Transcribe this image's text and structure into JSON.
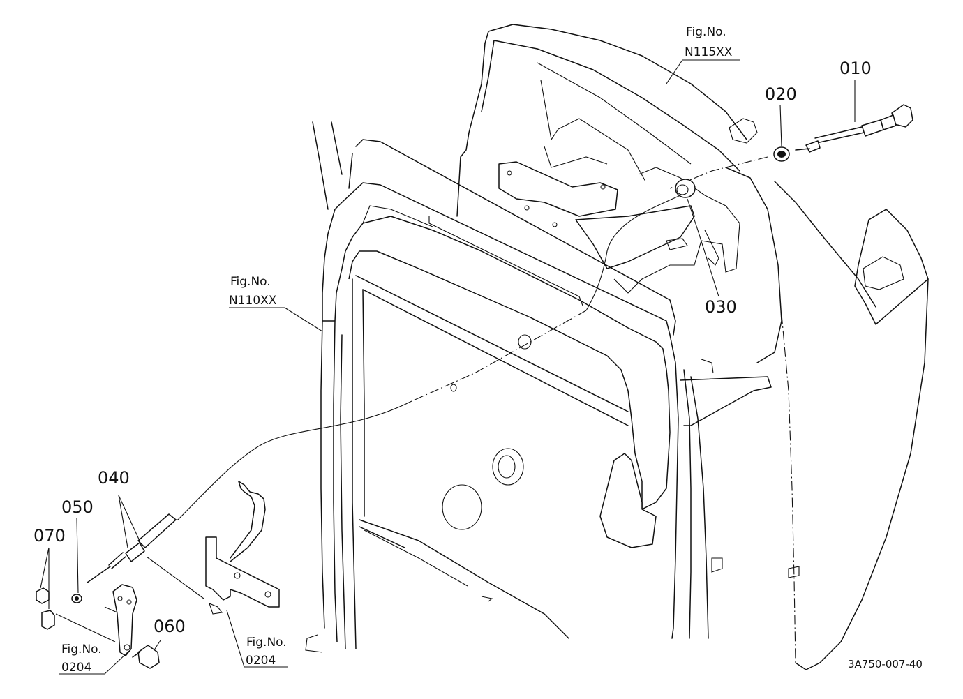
{
  "callouts": {
    "p010": "010",
    "p020": "020",
    "p030": "030",
    "p040": "040",
    "p050": "050",
    "p060": "060",
    "p070": "070"
  },
  "figure_refs": {
    "top": {
      "label": "Fig.No.",
      "number": "N115XX"
    },
    "left": {
      "label": "Fig.No.",
      "number": "N110XX"
    },
    "bottom_mid": {
      "label": "Fig.No.",
      "number": "0204"
    },
    "bottom_left": {
      "label": "Fig.No.",
      "number": "0204"
    }
  },
  "drawing_code": "3A750-007-40"
}
